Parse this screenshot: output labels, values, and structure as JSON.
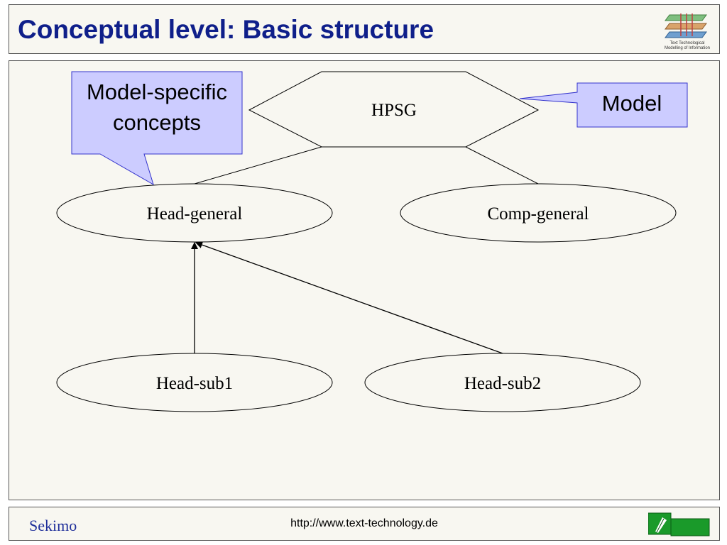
{
  "slide": {
    "title": "Conceptual level: Basic structure",
    "logo_text_line1": "Text Technological",
    "logo_text_line2": "Modelling of Information"
  },
  "diagram": {
    "root": "HPSG",
    "nodes": {
      "head_general": "Head-general",
      "comp_general": "Comp-general",
      "head_sub1": "Head-sub1",
      "head_sub2": "Head-sub2"
    },
    "callouts": {
      "model_specific_line1": "Model-specific",
      "model_specific_line2": "concepts",
      "model": "Model"
    }
  },
  "footer": {
    "left": "Sekimo",
    "url": "http://www.text-technology.de"
  },
  "colors": {
    "title": "#0f1f8a",
    "callout_fill": "#ccccff",
    "callout_stroke": "#3333cc",
    "panel_bg": "#f8f7f1",
    "footer_text": "#1f2f9a"
  }
}
